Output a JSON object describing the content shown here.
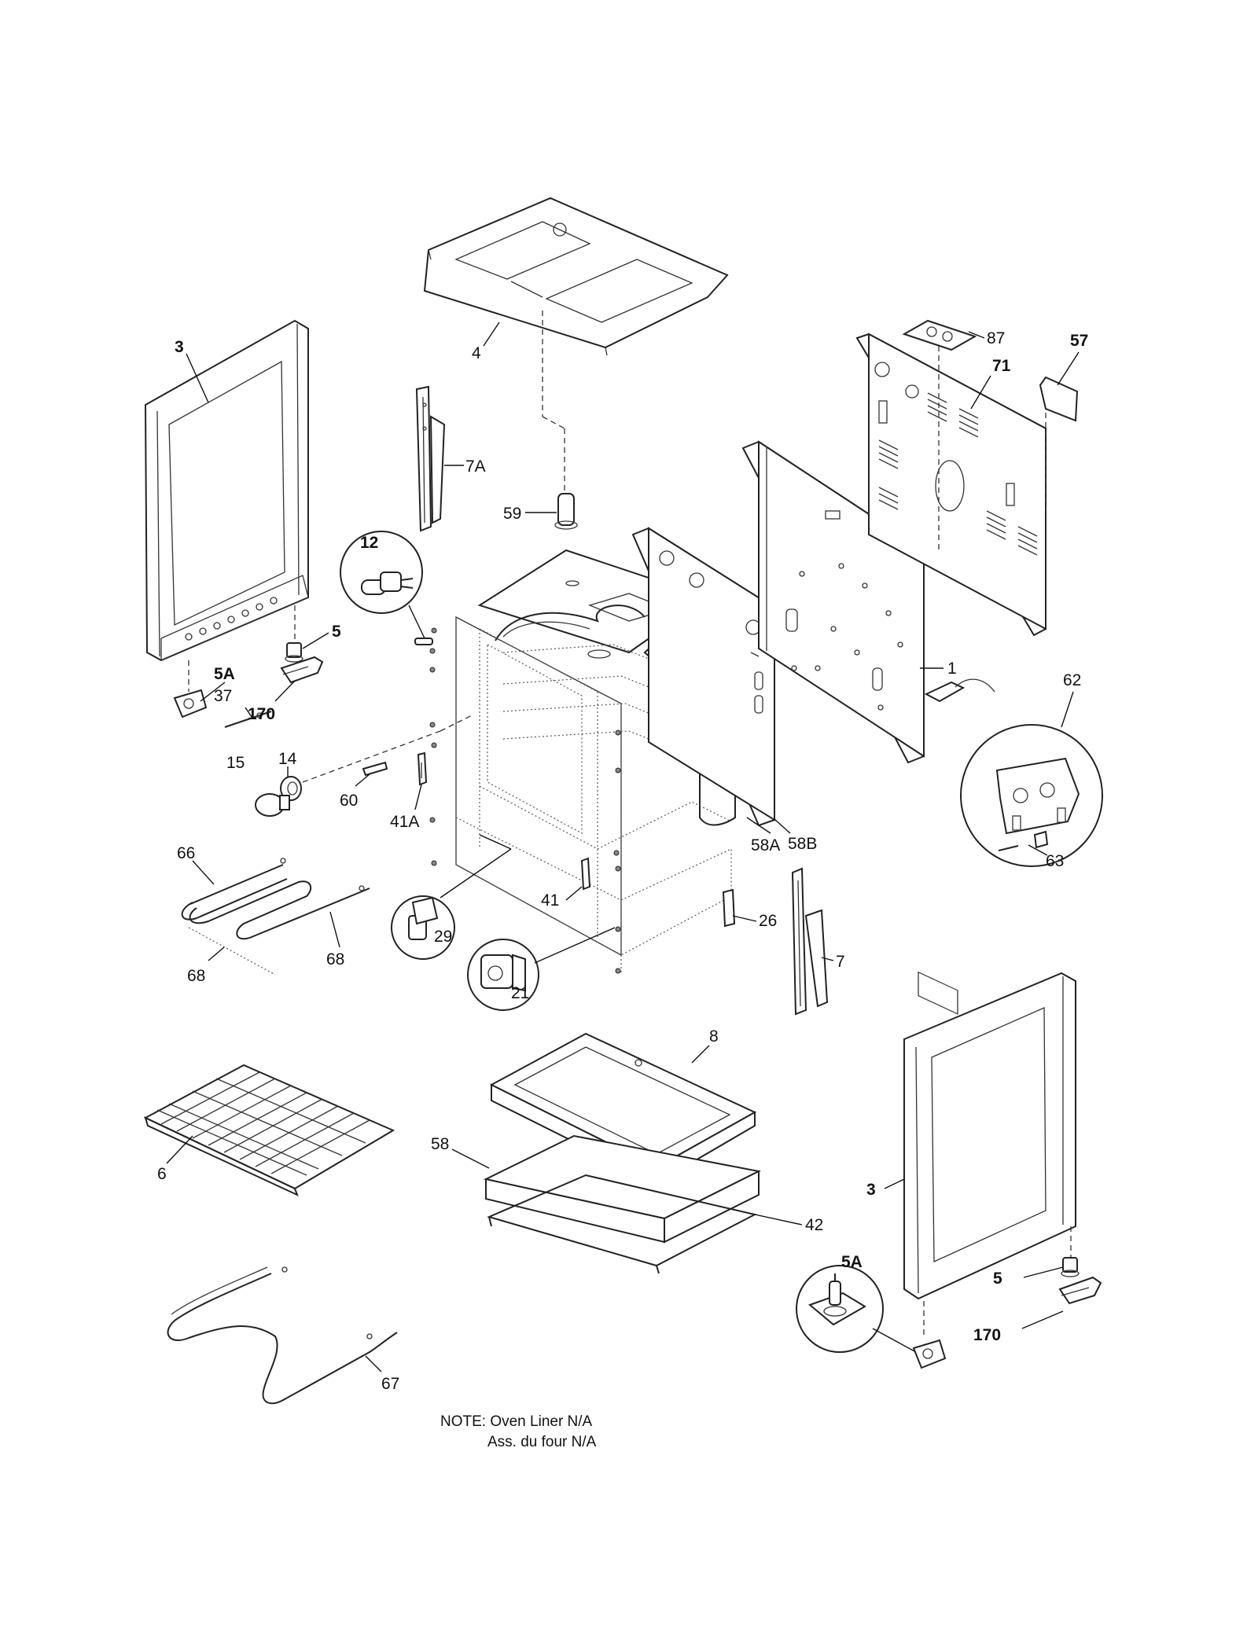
{
  "callouts": {
    "c1": "1",
    "c3a": "3",
    "c3b": "3",
    "c4": "4",
    "c5a": "5",
    "c5b": "5",
    "c5A_a": "5A",
    "c5A_b": "5A",
    "c6": "6",
    "c7": "7",
    "c7A": "7A",
    "c8": "8",
    "c12": "12",
    "c14": "14",
    "c15": "15",
    "c21": "21",
    "c26": "26",
    "c29": "29",
    "c37": "37",
    "c41": "41",
    "c41A": "41A",
    "c42": "42",
    "c57": "57",
    "c58": "58",
    "c58A": "58A",
    "c58B": "58B",
    "c59": "59",
    "c60": "60",
    "c62": "62",
    "c63": "63",
    "c66": "66",
    "c67": "67",
    "c68a": "68",
    "c68b": "68",
    "c71": "71",
    "c87": "87",
    "c170a": "170",
    "c170b": "170"
  },
  "note": {
    "line1": "NOTE: Oven Liner N/A",
    "line2": "Ass. du four N/A"
  }
}
